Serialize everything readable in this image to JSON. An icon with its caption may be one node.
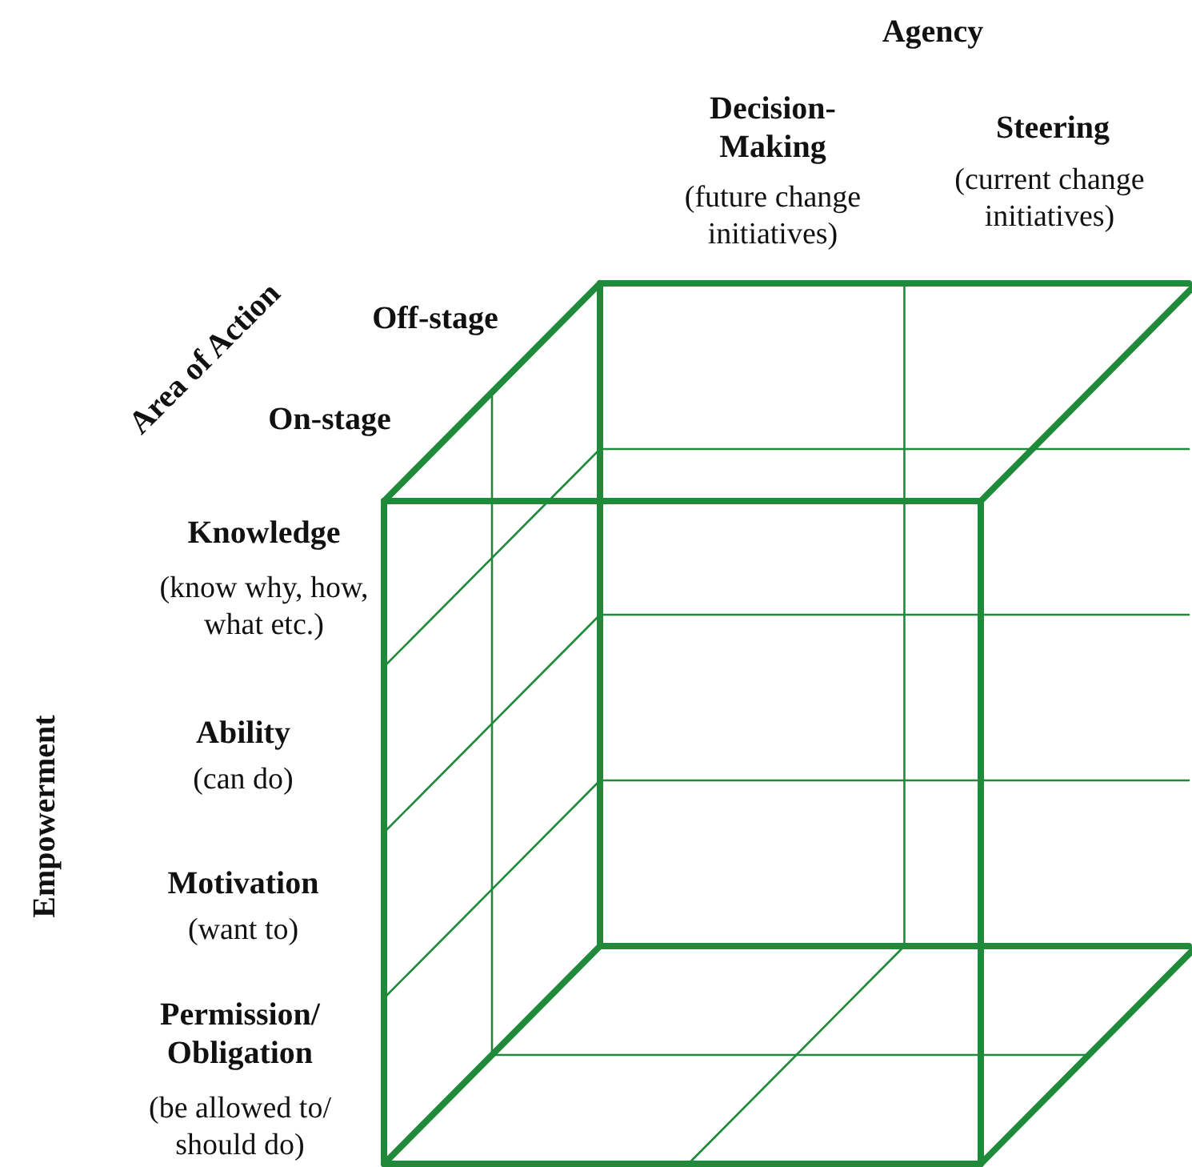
{
  "diagram": {
    "labels": [
      "Agency",
      "Decision-Making",
      "(future change initiatives)",
      "Steering",
      "(current change initiatives)",
      "Area of Action",
      "Off-stage",
      "On-stage",
      "Knowledge",
      "(know why, how, what etc.)",
      "Ability",
      "(can do)",
      "Motivation",
      "(want to)",
      "Permission/ Obligation",
      "(be allowed to/ should do)",
      "Empowerment"
    ]
  }
}
